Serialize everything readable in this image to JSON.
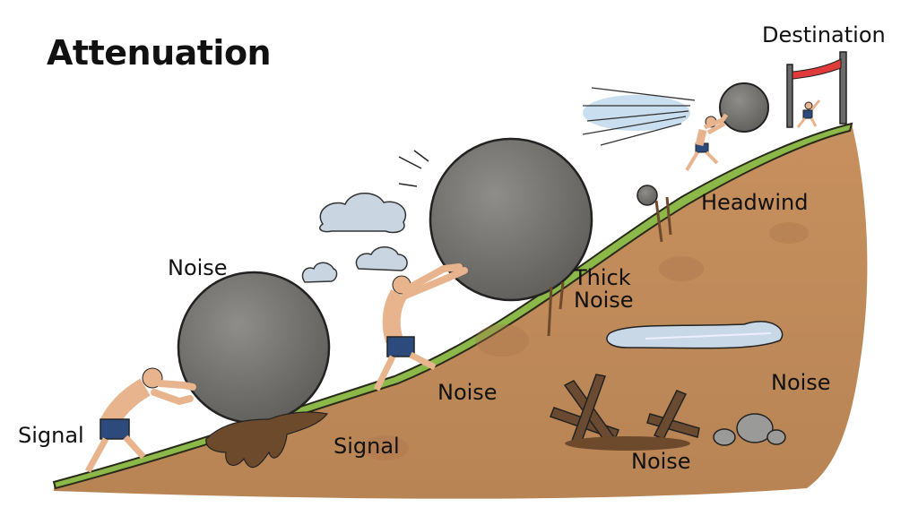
{
  "title": "Attenuation",
  "labels": {
    "destination": "Destination",
    "headwind": "Headwind",
    "noise_top_left": "Noise",
    "signal_left": "Signal",
    "signal_lower": "Signal",
    "noise_mid": "Noise",
    "thick_noise_line1": "Thick",
    "thick_noise_line2": "Noise",
    "noise_right": "Noise",
    "noise_bottom": "Noise"
  },
  "colors": {
    "dirt": "#c08a5a",
    "dirt_dark": "#a8744a",
    "grass": "#8cb84a",
    "boulder": "#7d7c79",
    "boulder_dark": "#5f5e5b",
    "skin": "#e8b48e",
    "shorts": "#2c4a7c",
    "banner": "#e03a3a",
    "post": "#6b6b6b",
    "wind": "#bcd6ea",
    "cloud": "#c9d5e0",
    "log": "#6a4a30",
    "mud": "#6e4a2c"
  }
}
